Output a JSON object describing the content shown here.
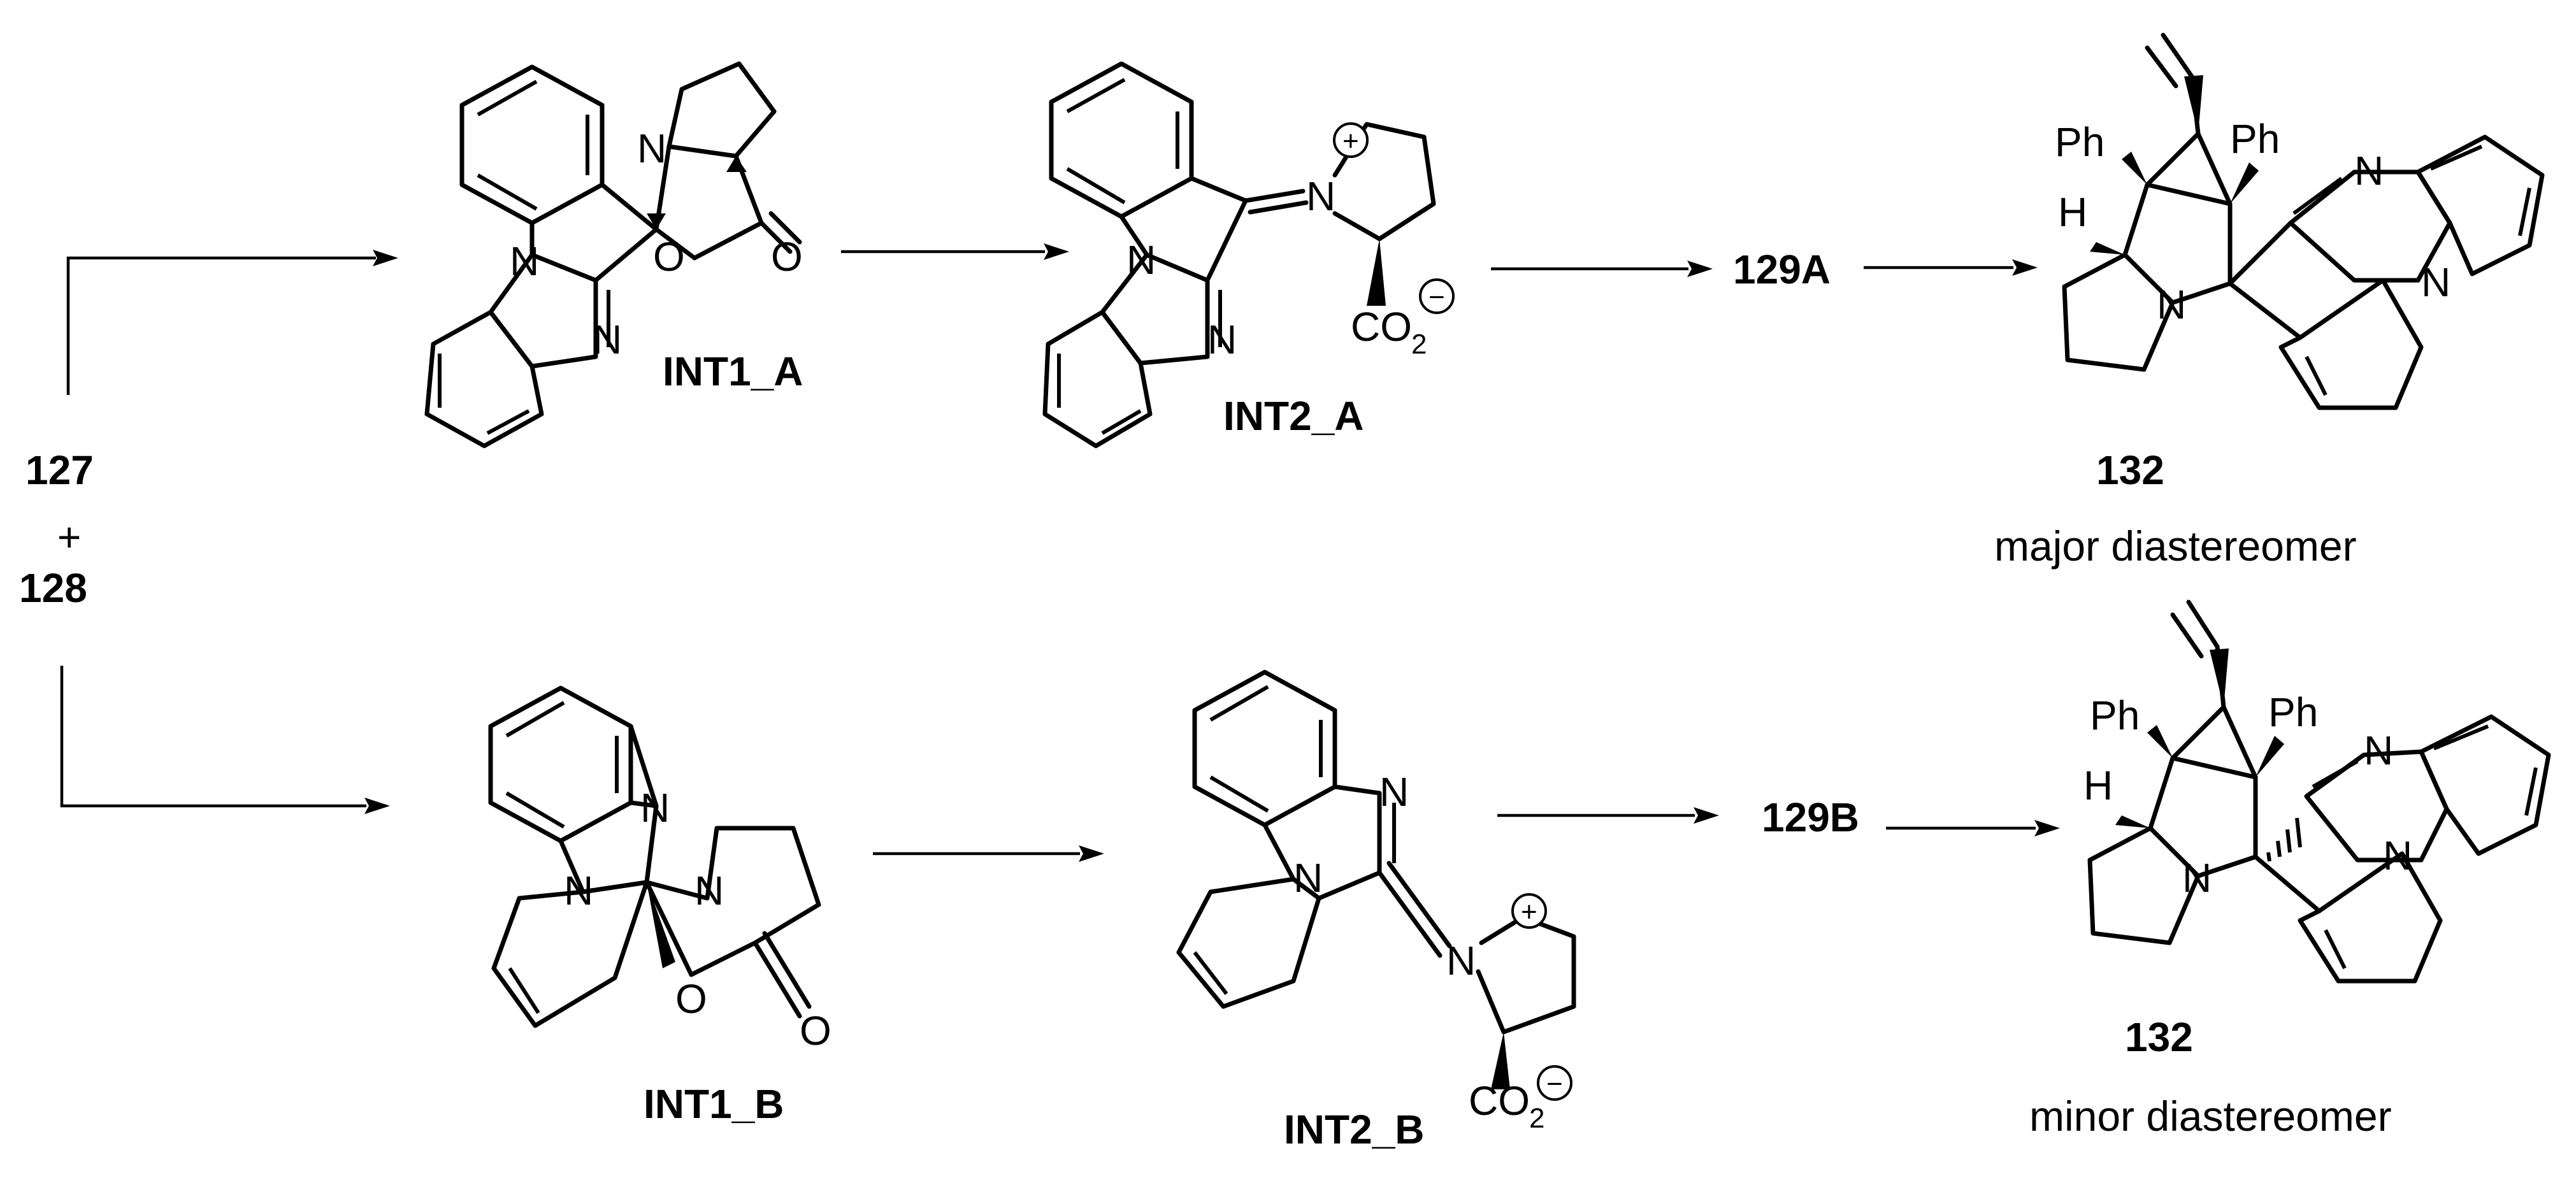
{
  "reactants": {
    "first": "127",
    "plus": "+",
    "second": "128"
  },
  "pathway_a": {
    "int1": "INT1_A",
    "int2": "INT2_A",
    "next": "129A",
    "product": "132",
    "product_caption": "major diastereomer"
  },
  "pathway_b": {
    "int1": "INT1_B",
    "int2": "INT2_B",
    "next": "129B",
    "product": "132",
    "product_caption": "minor diastereomer"
  },
  "atom_labels": {
    "n": "N",
    "o": "O",
    "co2": "CO",
    "co2_sub": "2",
    "ph": "Ph",
    "h": "H",
    "plus_charge": "+",
    "minus_charge": "−"
  }
}
